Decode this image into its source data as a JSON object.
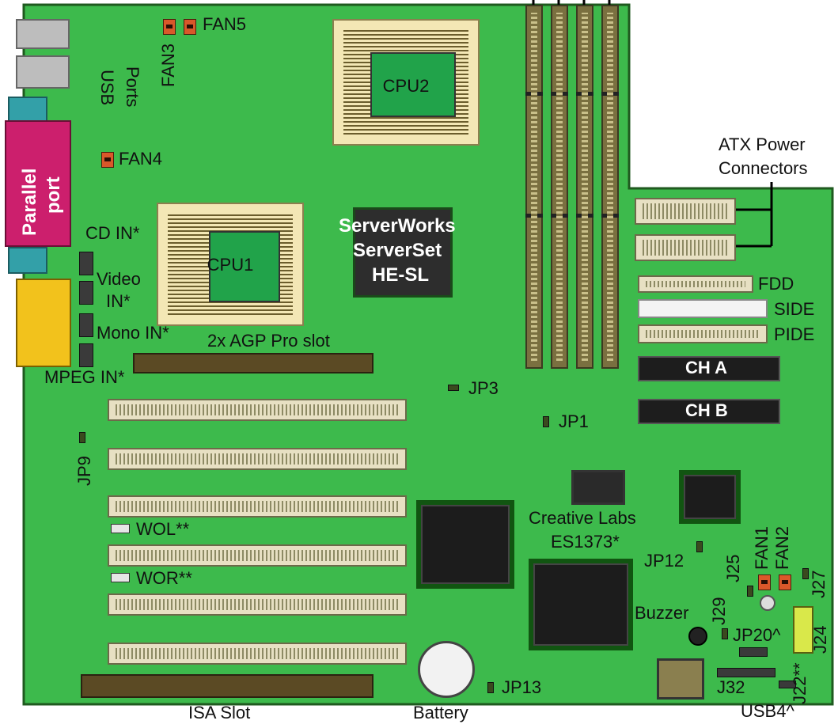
{
  "labels": {
    "fan5": "FAN5",
    "fan3": "FAN3",
    "usb_ports_1": "USB",
    "usb_ports_2": "Ports",
    "fan4": "FAN4",
    "parallel_port_1": "Parallel",
    "parallel_port_2": "port",
    "cd_in": "CD IN*",
    "video_in_1": "Video",
    "video_in_2": "IN*",
    "mono_in": "Mono IN*",
    "mpeg_in": "MPEG IN*",
    "cpu2": "CPU2",
    "cpu1": "CPU1",
    "chipset_1": "ServerWorks",
    "chipset_2": "ServerSet",
    "chipset_3": "HE-SL",
    "agp_slot": "2x AGP Pro slot",
    "atx_power_1": "ATX Power",
    "atx_power_2": "Connectors",
    "fdd": "FDD",
    "side": "SIDE",
    "pide": "PIDE",
    "ch_a": "CH A",
    "ch_b": "CH B",
    "jp3": "JP3",
    "jp1": "JP1",
    "jp9": "JP9",
    "wol": "WOL**",
    "wor": "WOR**",
    "creative_1": "Creative Labs",
    "creative_2": "ES1373*",
    "jp12": "JP12",
    "j25": "J25",
    "fan1": "FAN1",
    "fan2": "FAN2",
    "j27": "J27",
    "buzzer": "Buzzer",
    "j29": "J29",
    "jp20": "JP20^",
    "j24": "J24",
    "j22": "J22**",
    "j32": "J32",
    "usb4": "USB4^",
    "jp13": "JP13",
    "battery": "Battery",
    "isa_slot": "ISA Slot"
  },
  "colors": {
    "board": "#3dba4c",
    "board_edge": "#1f5a1f",
    "parallel_port": "#cc1f6d",
    "serial_port": "#f2c21c",
    "audio_jack": "#33a0a8"
  }
}
